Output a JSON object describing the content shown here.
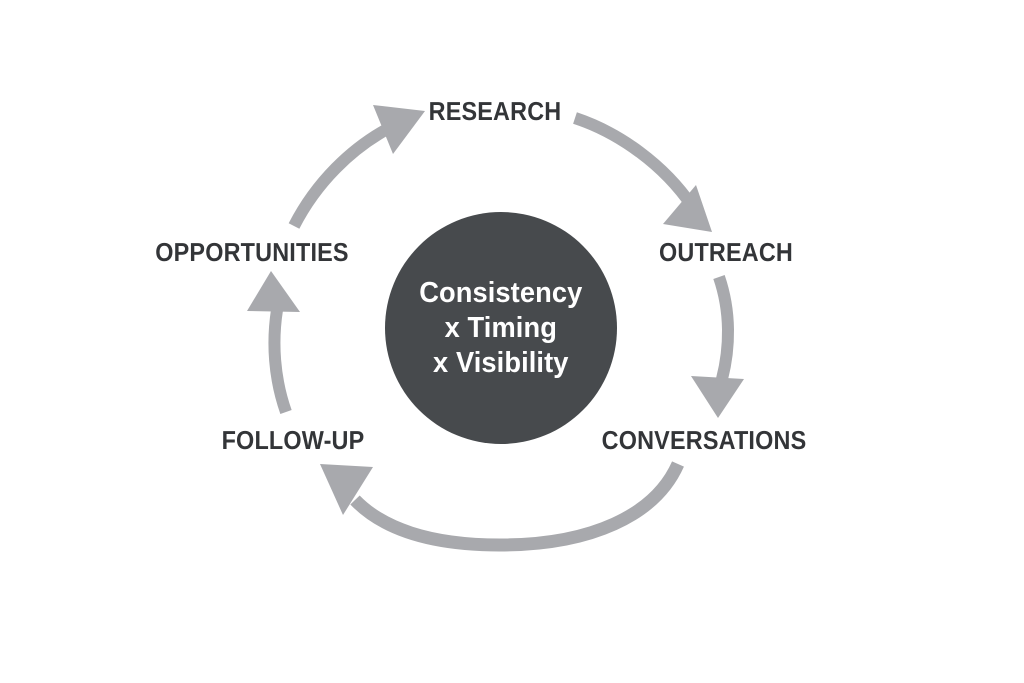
{
  "diagram": {
    "type": "cycle",
    "background_color": "#ffffff",
    "arrow_color": "#a8a9ad",
    "hub_fill_color": "#474a4d",
    "hub_text_color": "#ffffff",
    "label_text_color": "#333538",
    "hub": {
      "lines": [
        "Consistency",
        "x Timing",
        "x Visibility"
      ]
    },
    "nodes": [
      {
        "id": "research",
        "label": "RESEARCH"
      },
      {
        "id": "outreach",
        "label": "OUTREACH"
      },
      {
        "id": "conversations",
        "label": "CONVERSATIONS"
      },
      {
        "id": "followup",
        "label": "FOLLOW-UP"
      },
      {
        "id": "opportunities",
        "label": "OPPORTUNITIES"
      }
    ],
    "arrows": [
      {
        "id": "research-to-outreach",
        "from": "RESEARCH",
        "to": "OUTREACH"
      },
      {
        "id": "outreach-to-conversations",
        "from": "OUTREACH",
        "to": "CONVERSATIONS"
      },
      {
        "id": "conversations-to-followup",
        "from": "CONVERSATIONS",
        "to": "FOLLOW-UP"
      },
      {
        "id": "followup-to-opportunities",
        "from": "FOLLOW-UP",
        "to": "OPPORTUNITIES"
      },
      {
        "id": "opportunities-to-research",
        "from": "OPPORTUNITIES",
        "to": "RESEARCH"
      }
    ]
  }
}
